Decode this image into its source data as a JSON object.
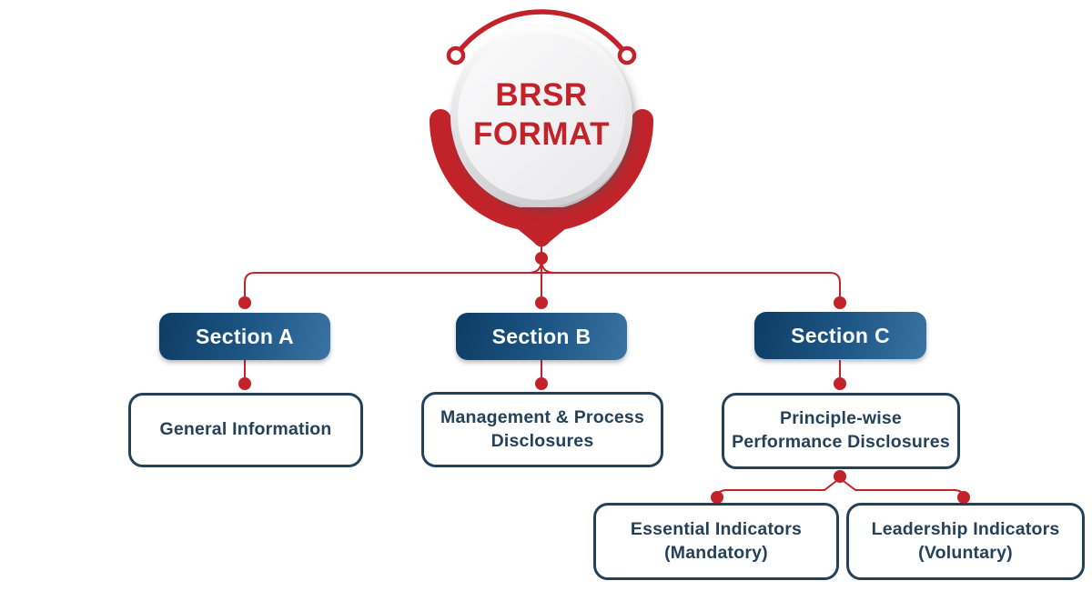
{
  "emblem": {
    "title_line1": "BRSR",
    "title_line2": "FORMAT"
  },
  "colors": {
    "accent_red": "#c2232a",
    "pill_blue_dark": "#0e3c64",
    "pill_blue_light": "#3a74a2",
    "outline_navy": "#25415a",
    "circle_gray": "#efeff0"
  },
  "sections": [
    {
      "id": "A",
      "label": "Section A",
      "description_line1": "General Information",
      "description_line2": ""
    },
    {
      "id": "B",
      "label": "Section B",
      "description_line1": "Management & Process",
      "description_line2": "Disclosures"
    },
    {
      "id": "C",
      "label": "Section C",
      "description_line1": "Principle-wise",
      "description_line2": "Performance Disclosures",
      "children": [
        {
          "label_line1": "Essential Indicators",
          "label_line2": "(Mandatory)"
        },
        {
          "label_line1": "Leadership Indicators",
          "label_line2": "(Voluntary)"
        }
      ]
    }
  ]
}
